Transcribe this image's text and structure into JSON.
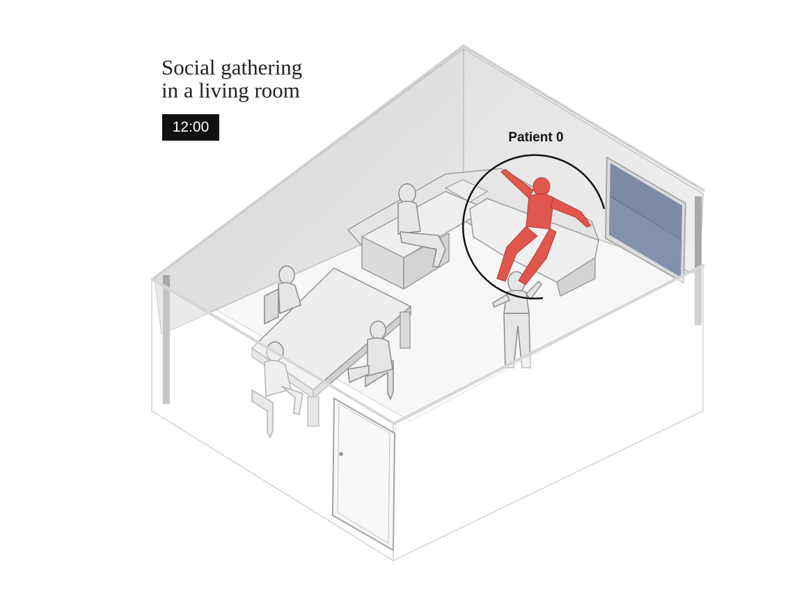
{
  "header": {
    "title_line1": "Social gathering",
    "title_line2": "in a living room",
    "time": "12:00"
  },
  "annotation": {
    "patient_label": "Patient 0"
  },
  "colors": {
    "patient": "#e0574e",
    "person": "#e2e2e2",
    "wall": "#dcdcdc",
    "window": "#7d8aa6",
    "badge": "#111111"
  }
}
